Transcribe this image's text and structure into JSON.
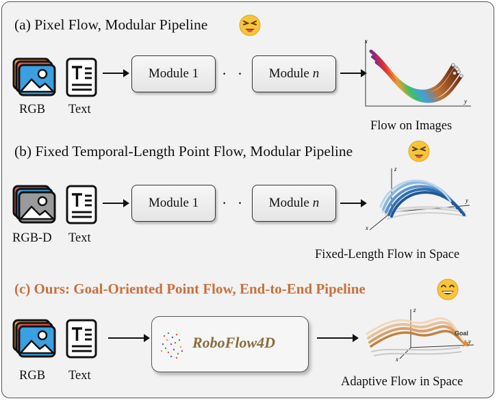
{
  "panel_a": {
    "title": "(a) Pixel Flow, Modular Pipeline",
    "input_captions": [
      "RGB",
      "Text"
    ],
    "module_1": "Module 1",
    "module_n_prefix": "Module",
    "module_n_var": "n",
    "ellipsis": "· · ·",
    "output_caption": "Flow on Images",
    "axes": {
      "x": "x",
      "y": "y"
    },
    "emoji": "frustrated-face"
  },
  "panel_b": {
    "title": "(b) Fixed Temporal-Length Point Flow, Modular Pipeline",
    "input_captions": [
      "RGB-D",
      "Text"
    ],
    "module_1": "Module 1",
    "module_n_prefix": "Module",
    "module_n_var": "n",
    "ellipsis": "· · ·",
    "output_caption": "Fixed-Length Flow in Space",
    "axes": {
      "x": "x",
      "y": "y",
      "z": "z"
    },
    "emoji": "frustrated-face"
  },
  "panel_c": {
    "title": "(c) Ours: Goal-Oriented Point Flow, End-to-End Pipeline",
    "input_captions": [
      "RGB",
      "Text"
    ],
    "model": "RoboFlow4D",
    "output_caption": "Adaptive Flow in Space",
    "goal_label": "Goal",
    "axes": {
      "x": "x",
      "y": "y",
      "z": "z"
    },
    "emoji": "grinning-face"
  },
  "colors": {
    "ours_title": "#c9703a",
    "model_label": "#8a6d3e",
    "image_icon": "#3aa0e0",
    "point_flow_blue": "#2e6fb0",
    "adaptive_flow_orange": "#d9a066"
  }
}
